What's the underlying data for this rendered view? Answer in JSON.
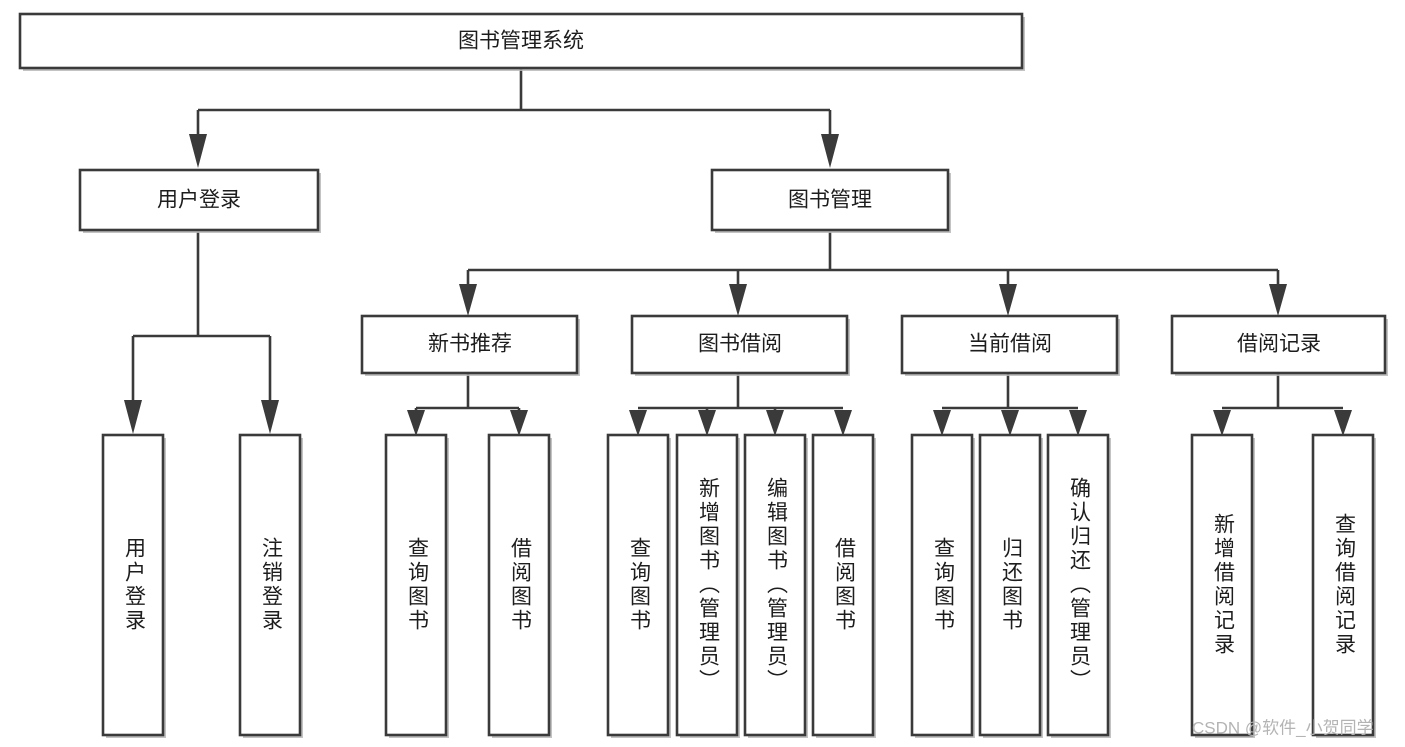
{
  "diagram": {
    "title_node": {
      "label": "图书管理系统"
    },
    "level2": [
      {
        "label": "用户登录"
      },
      {
        "label": "图书管理"
      }
    ],
    "level3": [
      {
        "label": "新书推荐"
      },
      {
        "label": "图书借阅"
      },
      {
        "label": "当前借阅"
      },
      {
        "label": "借阅记录"
      }
    ],
    "leaves_user_login": [
      {
        "label": "用户登录"
      },
      {
        "label": "注销登录"
      }
    ],
    "leaves_new_book": [
      {
        "label": "查询图书"
      },
      {
        "label": "借阅图书"
      }
    ],
    "leaves_borrow": [
      {
        "label": "查询图书"
      },
      {
        "label": "新增图书（管理员）"
      },
      {
        "label": "编辑图书（管理员）"
      },
      {
        "label": "借阅图书"
      }
    ],
    "leaves_current": [
      {
        "label": "查询图书"
      },
      {
        "label": "归还图书"
      },
      {
        "label": "确认归还（管理员）"
      }
    ],
    "leaves_record": [
      {
        "label": "新增借阅记录"
      },
      {
        "label": "查询借阅记录"
      }
    ]
  },
  "watermark": {
    "text": "CSDN @软件_小贺同学"
  },
  "colors": {
    "box_stroke": "#3a3a3a",
    "box_fill": "#ffffff",
    "text": "#1d1d1d",
    "watermark": "#b4b4b4",
    "background": "#ffffff"
  }
}
